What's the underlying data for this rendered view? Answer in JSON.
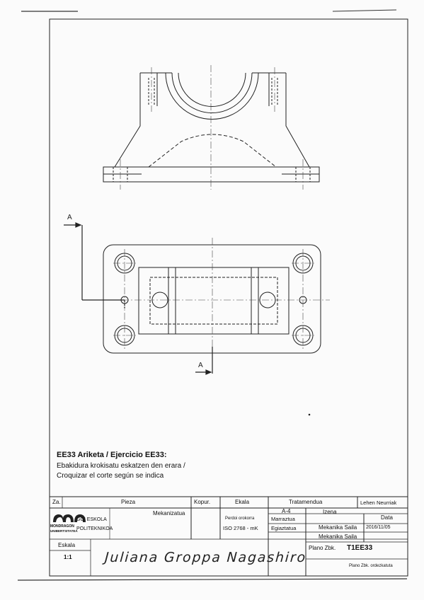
{
  "exercise": {
    "title": "EE33 Ariketa / Ejercicio EE33:",
    "instruction_eu": "Ebakidura krokisatu eskatzen den erara /",
    "instruction_es": "Croquizar el corte según se indica"
  },
  "drawing": {
    "section_mark": "A"
  },
  "title_block": {
    "za": "Za.",
    "pieza": "Pieza",
    "kopur": "Kopur.",
    "ekala": "Ekala",
    "tratamendua": "Tratamendua",
    "lehen_neurriak": "Lehen Neurriak",
    "logo_line1": "MONDRAGON",
    "logo_line2": "UNIBERTSITATEA",
    "school_line1": "GOI ESKOLA",
    "school_line2": "POLITEKNIKOA",
    "mekanizatua": "Mekanizatua",
    "perdoi_label": "Perdoi orokorra",
    "perdoi_value": "ISO 2768 - mK",
    "format": "A-4",
    "izena": "Izena",
    "data": "Data",
    "marraztua": "Marraztua",
    "egiaztatua": "Egiaztatua",
    "drawn_by": "Mekanika Saila",
    "checked_by": "Mekanika Saila",
    "date_value": "2016/11/05",
    "eskala": "Eskala",
    "scale_value": "1:1",
    "student_name": "Juliana Groppa Nagashiro",
    "plano_label": "Plano Zbk.",
    "plano_value": "T1EE33",
    "plano_replaced": "Plano Zbk. ordezkatuta"
  }
}
